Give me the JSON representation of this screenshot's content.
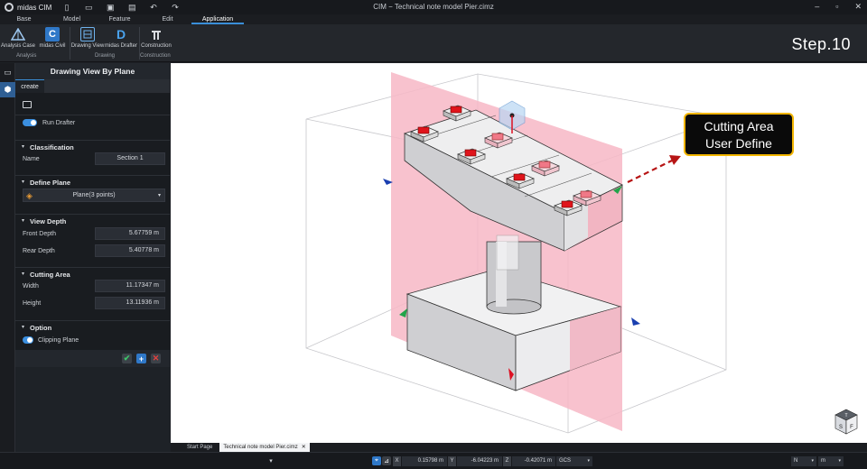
{
  "app": {
    "name": "midas CIM",
    "window_title": "CIM − Technical note model Pier.cimz",
    "quick_access_icons": [
      "new-file-icon",
      "open-folder-icon",
      "save-icon",
      "save-as-icon",
      "undo-icon",
      "redo-icon"
    ]
  },
  "menu": {
    "tabs": [
      "Base",
      "Model",
      "Feature",
      "Edit",
      "Application"
    ],
    "active": "Application"
  },
  "ribbon": {
    "buttons": [
      {
        "label": "Analysis Case",
        "icon": "analysis-case-icon"
      },
      {
        "label": "midas Civil",
        "icon": "midas-civil-icon"
      },
      {
        "label": "Drawing View",
        "icon": "drawing-view-icon"
      },
      {
        "label": "midas Drafter",
        "icon": "midas-drafter-icon"
      },
      {
        "label": "Construction",
        "icon": "construction-icon"
      }
    ],
    "groups": [
      "Analysis",
      "Drawing",
      "Construction"
    ]
  },
  "step_label": "Step.10",
  "panel": {
    "title": "Drawing View By Plane",
    "tab": "create",
    "run_drafter": {
      "label": "Run Drafter",
      "on": true
    },
    "classification": {
      "header": "Classification",
      "name_label": "Name",
      "name_value": "Section 1"
    },
    "define_plane": {
      "header": "Define Plane",
      "value": "Plane(3 points)"
    },
    "view_depth": {
      "header": "View Depth",
      "front_label": "Front Depth",
      "front_value": "5.67759 m",
      "rear_label": "Rear Depth",
      "rear_value": "5.40778 m"
    },
    "cutting_area": {
      "header": "Cutting Area",
      "width_label": "Width",
      "width_value": "11.17347 m",
      "height_label": "Height",
      "height_value": "13.11936 m"
    },
    "option": {
      "header": "Option",
      "clipping_label": "Clipping Plane",
      "clipping_on": true
    }
  },
  "callout": {
    "line1": "Cutting Area",
    "line2": "User Define"
  },
  "view_cube": {
    "faces": [
      "T",
      "S",
      "F"
    ]
  },
  "doc_tabs": [
    "Start Page",
    "Technical note model Pier.cimz"
  ],
  "status": {
    "x_label": "X",
    "x_value": "0.15798 m",
    "y_label": "Y",
    "y_value": "-6.04223 m",
    "z_label": "Z",
    "z_value": "-0.42071 m",
    "coord_system": "GCS",
    "force_unit": "N",
    "length_unit": "m"
  },
  "colors": {
    "accent": "#3a8fd9",
    "callout_border": "#f2b500",
    "plane": "#f7b7c6",
    "bearing": "#e0141b"
  }
}
